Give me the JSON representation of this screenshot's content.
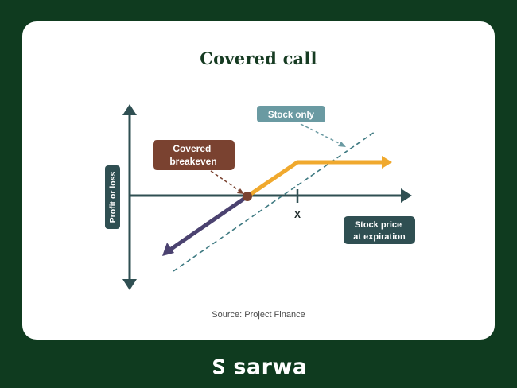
{
  "title": "Covered call",
  "labels": {
    "stock_only": "Stock only",
    "covered_breakeven_line1": "Covered",
    "covered_breakeven_line2": "breakeven",
    "y_axis": "Profit or loss",
    "x_axis_line1": "Stock price",
    "x_axis_line2": "at expiration",
    "strike": "X"
  },
  "source": "Source: Project Finance",
  "brand": {
    "name": "sarwa"
  },
  "colors": {
    "page_bg": "#0f3b1f",
    "axis": "#2f4f52",
    "stock_only_line": "#3f7a82",
    "stock_only_label": "#6a9aa2",
    "covered_call_upper": "#f0a92e",
    "covered_call_lower": "#4b4270",
    "breakeven": "#7a4230",
    "axis_label_bg": "#2f4f52"
  }
}
